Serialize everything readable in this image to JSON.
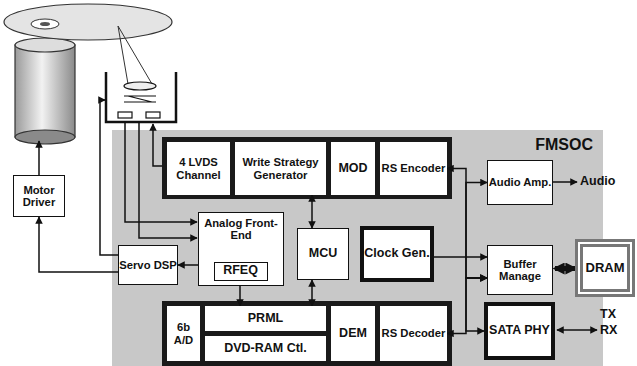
{
  "diagram": {
    "nodes": [
      {
        "text": [
          "Motor Driver"
        ]
      },
      {
        "text": [
          "FMSOC"
        ]
      },
      {
        "text": [
          "4 LVDS Channel"
        ],
        "in": 1
      },
      {
        "text": [
          "Write Strategy Generator"
        ],
        "in": 1
      },
      {
        "text": [
          "MOD"
        ],
        "in": 1
      },
      {
        "text": [
          "RS Encoder"
        ],
        "in": 1
      },
      {
        "text": [
          "Audio Amp."
        ],
        "in": 1
      },
      {
        "text": [
          "Analog Front-End"
        ],
        "in": 1
      },
      {
        "text": [
          "RFEQ"
        ],
        "in": 7
      },
      {
        "text": [
          "MCU"
        ],
        "in": 1
      },
      {
        "text": [
          "Clock Gen."
        ],
        "in": 1
      },
      {
        "text": [
          "Buffer Manage"
        ],
        "in": 1
      },
      {
        "text": [
          "Servo DSP"
        ],
        "in": 1
      },
      {
        "text": [
          "6b A/D"
        ],
        "in": 1
      },
      {
        "text": [
          "PRML"
        ],
        "in": 1
      },
      {
        "text": [
          "DVD-RAM Ctl."
        ],
        "in": 1
      },
      {
        "text": [
          "DEM"
        ],
        "in": 1
      },
      {
        "text": [
          "RS Decoder"
        ],
        "in": 1
      },
      {
        "text": [
          "SATA PHY"
        ],
        "in": 1
      },
      {
        "text": [
          "DRAM"
        ]
      }
    ],
    "edges": [
      {
        "from": 12,
        "to": 0,
        "arrow": "to"
      },
      {
        "from": 7,
        "to": 12,
        "arrow": "to"
      },
      {
        "from": 7,
        "to": 14,
        "arrow": "to"
      },
      {
        "from": 9,
        "to": 3,
        "arrow": "both"
      },
      {
        "from": 9,
        "to": 14,
        "arrow": "both"
      },
      {
        "from": 5,
        "to": 11,
        "arrow": "both"
      },
      {
        "from": 17,
        "to": 11,
        "arrow": "both"
      },
      {
        "from": 11,
        "to": 6,
        "arrow": "to"
      },
      {
        "from": 11,
        "to": 18,
        "arrow": "both"
      },
      {
        "from": 10,
        "to": 11,
        "arrow": "to"
      },
      {
        "from": 11,
        "to": 19,
        "arrow": "both"
      }
    ],
    "labels": [
      "Audio",
      "TX",
      "RX"
    ]
  }
}
